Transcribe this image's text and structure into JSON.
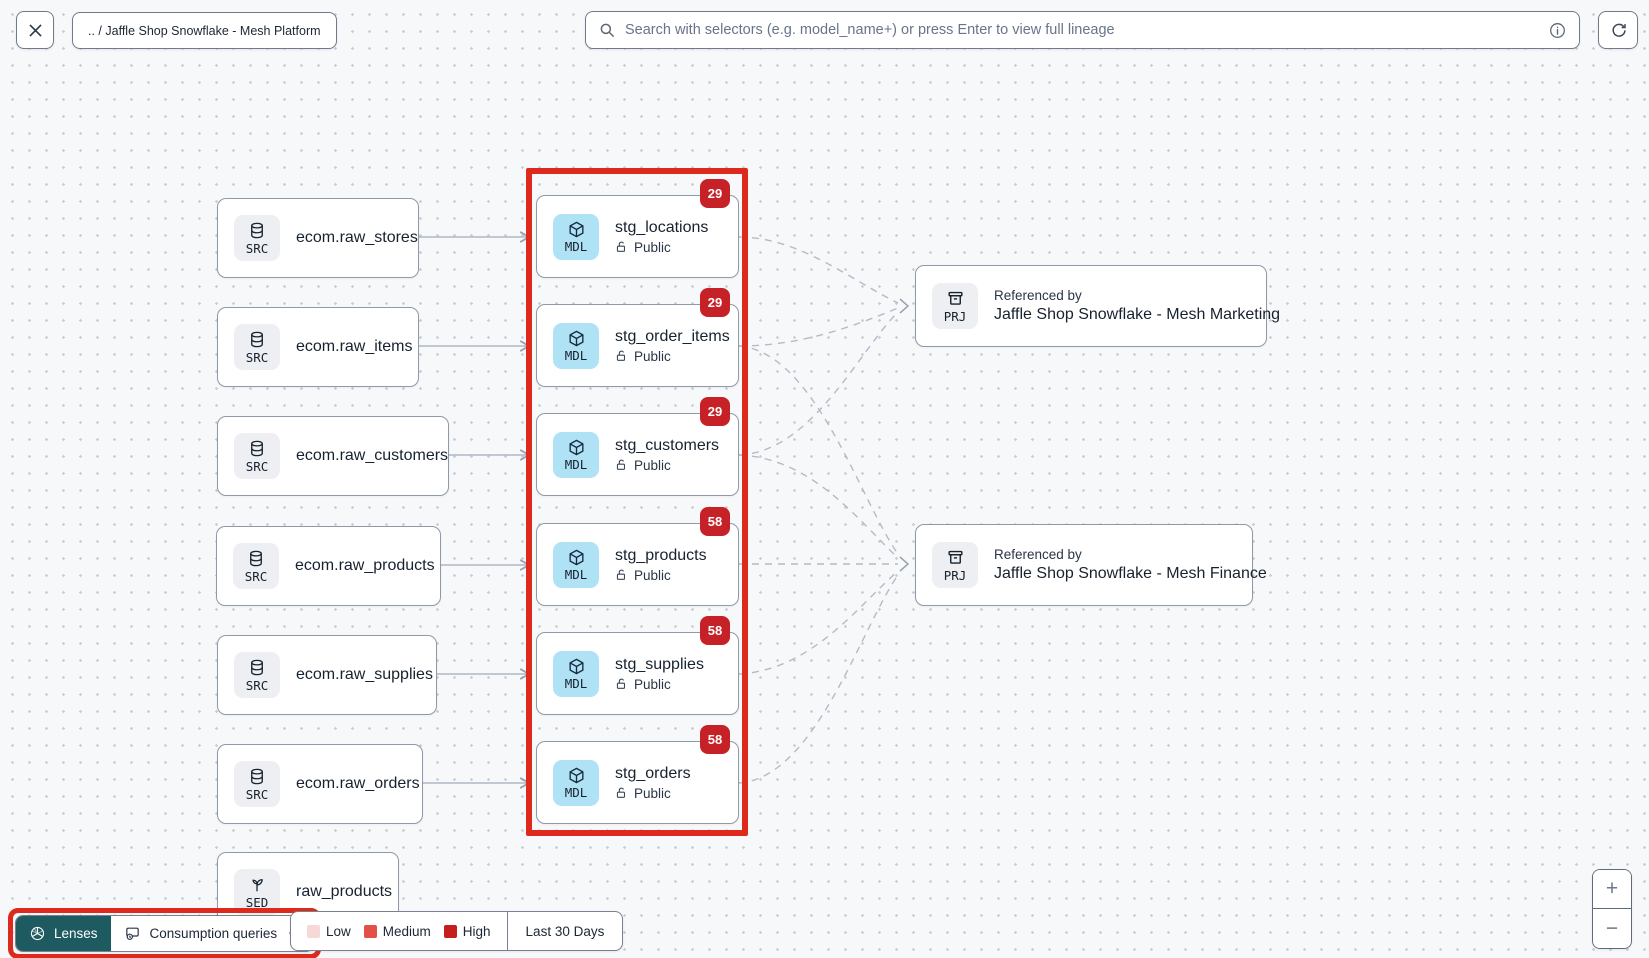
{
  "topbar": {
    "breadcrumb": ".. / Jaffle Shop Snowflake - Mesh Platform",
    "search": {
      "placeholder": "Search with selectors (e.g. model_name+) or press Enter to view full lineage"
    }
  },
  "graph": {
    "sources": [
      {
        "type": "SRC",
        "label": "ecom.raw_stores"
      },
      {
        "type": "SRC",
        "label": "ecom.raw_items"
      },
      {
        "type": "SRC",
        "label": "ecom.raw_customers"
      },
      {
        "type": "SRC",
        "label": "ecom.raw_products"
      },
      {
        "type": "SRC",
        "label": "ecom.raw_supplies"
      },
      {
        "type": "SRC",
        "label": "ecom.raw_orders"
      }
    ],
    "models": [
      {
        "type": "MDL",
        "label": "stg_locations",
        "access": "Public",
        "badge": "29"
      },
      {
        "type": "MDL",
        "label": "stg_order_items",
        "access": "Public",
        "badge": "29"
      },
      {
        "type": "MDL",
        "label": "stg_customers",
        "access": "Public",
        "badge": "29"
      },
      {
        "type": "MDL",
        "label": "stg_products",
        "access": "Public",
        "badge": "58"
      },
      {
        "type": "MDL",
        "label": "stg_supplies",
        "access": "Public",
        "badge": "58"
      },
      {
        "type": "MDL",
        "label": "stg_orders",
        "access": "Public",
        "badge": "58"
      }
    ],
    "seed": {
      "type": "SED",
      "label": "raw_products"
    },
    "projects": [
      {
        "type": "PRJ",
        "caption": "Referenced by",
        "label": "Jaffle Shop Snowflake - Mesh Marketing"
      },
      {
        "type": "PRJ",
        "caption": "Referenced by",
        "label": "Jaffle Shop Snowflake - Mesh Finance"
      }
    ]
  },
  "footer": {
    "lenses_button": "Lenses",
    "lens_dropdown": "Consumption queries",
    "legend": {
      "items": [
        {
          "label": "Low",
          "color": "#f7d8d6"
        },
        {
          "label": "Medium",
          "color": "#e25048"
        },
        {
          "label": "High",
          "color": "#c41e1e"
        }
      ]
    },
    "time_range": "Last 30 Days"
  },
  "zoom": {
    "in": "+",
    "out": "−"
  },
  "colors": {
    "accent_teal": "#1d5b61",
    "highlight_red": "#de2a1c",
    "badge_red": "#c72128",
    "model_icon_bg": "#b0e2f6",
    "edge_gray": "#b0b7c3"
  },
  "icons": {
    "close": "x-mark",
    "search": "magnifier",
    "info": "circled-i",
    "refresh": "circular-arrow",
    "source": "database-cylinder",
    "model": "cube",
    "seed": "sprout",
    "project": "archive-box",
    "access": "open-padlock",
    "lenses": "aperture",
    "lens_type": "query-window",
    "expand": "chevron-down"
  }
}
